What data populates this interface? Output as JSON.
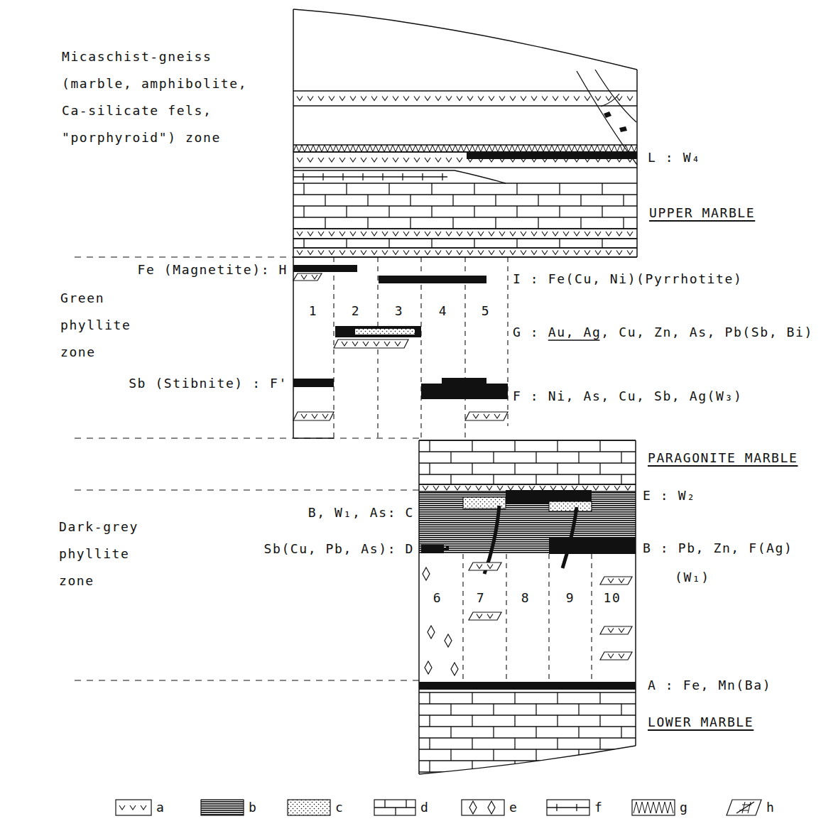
{
  "diagram": {
    "labels": [
      "Micaschist-gneiss (marble, amphibolite, Ca-silicate fels, \"porphyroid\") zone",
      "L : W₄",
      "UPPER MARBLE",
      "Fe (Magnetite): H",
      "I : Fe(Cu, Ni)(Pyrrhotite)",
      "Green phyllite zone",
      "1",
      "2",
      "3",
      "4",
      "5",
      "G : Au, Ag, Cu, Zn, As, Pb(Sb, Bi)",
      "Sb (Stibnite) : F'",
      "F : Ni, As, Cu, Sb, Ag(W₃)",
      "PARAGONITE MARBLE",
      "E : W₂",
      "B, W₁, As: C",
      "Sb(Cu, Pb, As): D",
      "B : Pb, Zn, F(Ag) (W₁)",
      "Dark-grey phyllite zone",
      "6",
      "7",
      "8",
      "9",
      "10",
      "A : Fe, Mn(Ba)",
      "LOWER MARBLE"
    ],
    "legend": [
      {
        "text": "a"
      },
      {
        "text": "b"
      },
      {
        "text": "c"
      },
      {
        "text": "d"
      },
      {
        "text": "e"
      },
      {
        "text": "f"
      },
      {
        "text": "g"
      },
      {
        "text": "h"
      }
    ]
  }
}
